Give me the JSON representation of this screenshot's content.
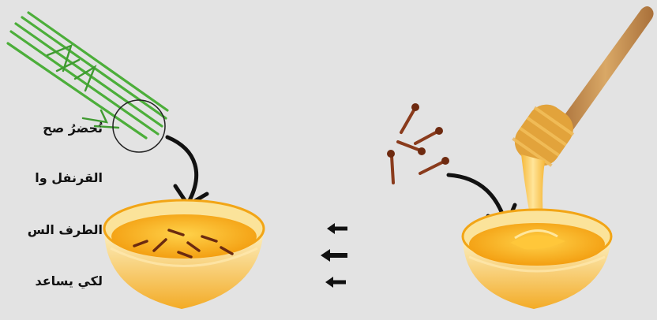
{
  "captions": [
    "نُحضرُ صح",
    "القرنفل وا",
    "الطرف الس",
    "لكي يساعد"
  ],
  "colors": {
    "background": "#e3e3e3",
    "honey": "#f2a516",
    "honey_light": "#ffd55a",
    "bowl_rim": "#f7b733",
    "stem_green": "#4cae3a",
    "clove_brown": "#8a3b1c",
    "wood": "#c7904f",
    "arrow": "#111111"
  },
  "icons": [
    "grass-stems",
    "magnifier-circle",
    "honey-bowl",
    "clove-buds",
    "honey-dipper",
    "left-arrow"
  ]
}
